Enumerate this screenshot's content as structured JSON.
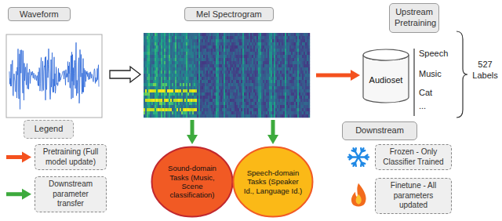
{
  "diagram": {
    "nodes": [
      {
        "text": [
          "Waveform"
        ]
      },
      {
        "text": [
          "Mel Spectrogram"
        ]
      },
      {
        "text": [
          "Upstream Pretraining"
        ]
      },
      {
        "text": [
          "Audioset"
        ]
      },
      {
        "text": [
          "Sound-domain Tasks (Music, Scene classification)"
        ]
      },
      {
        "text": [
          "Speech-domain Tasks (Speaker Id., Language Id.)"
        ]
      },
      {
        "text": [
          "Legend"
        ]
      },
      {
        "text": [
          "Downstream"
        ]
      }
    ],
    "edges": [
      {
        "from": 0,
        "to": 1,
        "arrow": "to"
      },
      {
        "from": 1,
        "to": 3,
        "arrow": "to"
      },
      {
        "from": 1,
        "to": 4,
        "arrow": "to"
      },
      {
        "from": 1,
        "to": 5,
        "arrow": "to"
      }
    ],
    "labels": [
      "Speech",
      "Music",
      "Cat",
      "...",
      "527 Labels"
    ],
    "legend": [
      {
        "text": "Pretraining (Full model update)"
      },
      {
        "text": "Downstream parameter transfer"
      },
      {
        "text": "Frozen - Only Classifier Trained"
      },
      {
        "text": "Finetune - All parameters updated"
      }
    ]
  }
}
